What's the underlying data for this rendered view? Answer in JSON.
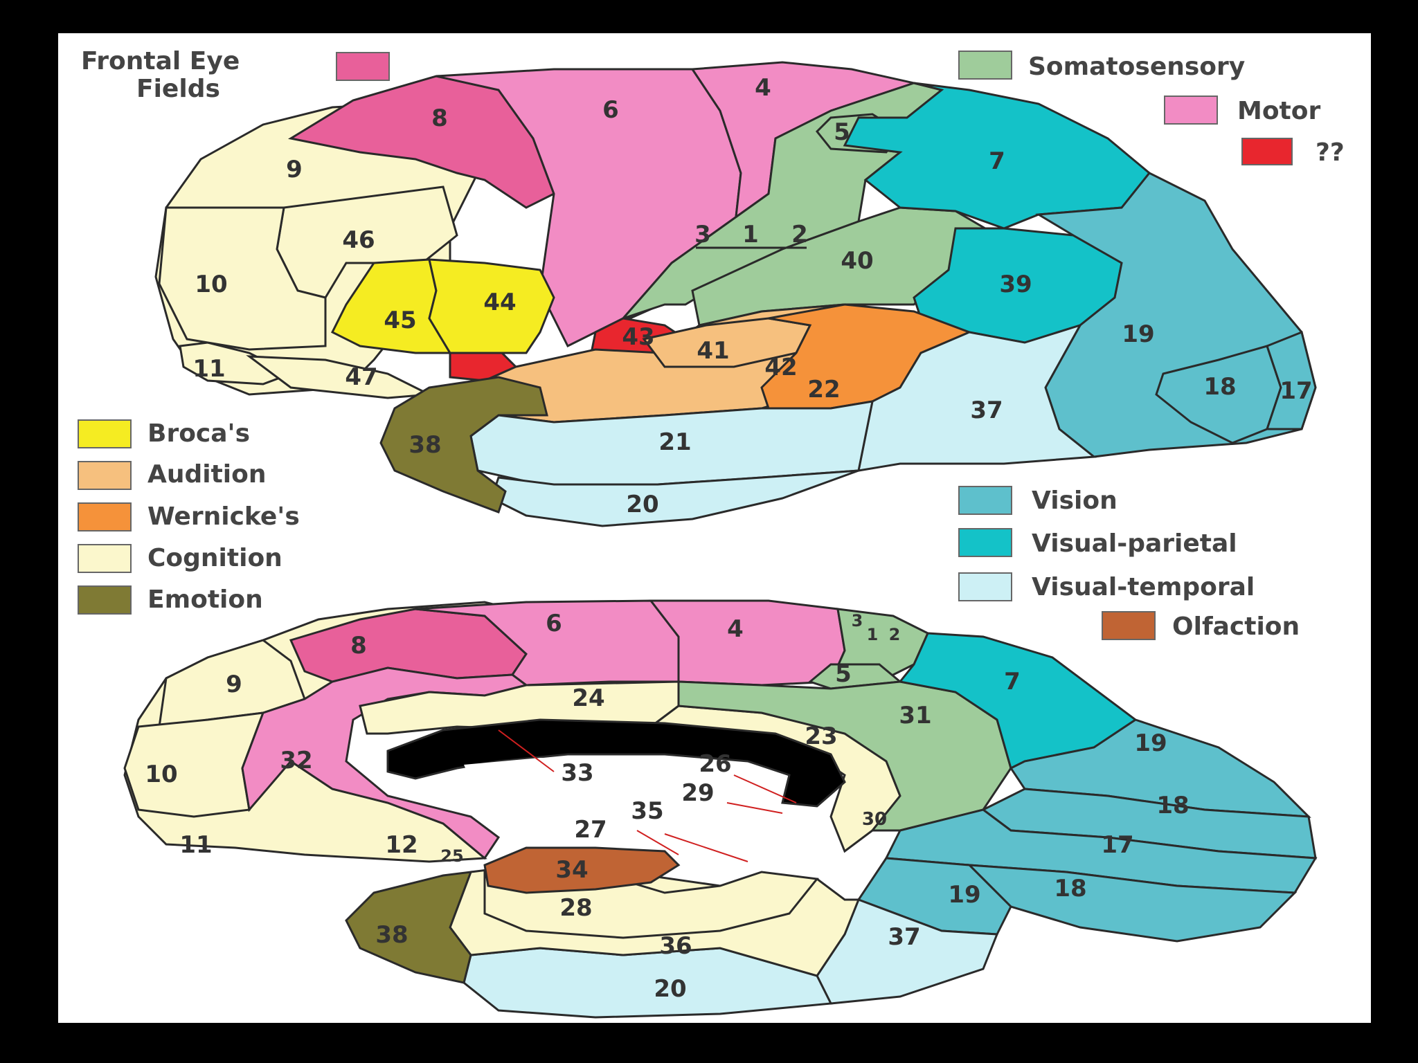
{
  "colors": {
    "frontal_eye": "#e8609a",
    "motor": "#f28cc4",
    "unknown": "#e8262e",
    "somatosensory": "#9fcc9b",
    "brocas": "#f5ec22",
    "audition": "#f6c07e",
    "wernickes": "#f5923a",
    "cognition": "#fbf7cc",
    "emotion": "#7f7a34",
    "vision": "#5ec0cc",
    "visual_parietal": "#14c2c8",
    "visual_temporal": "#cdf0f5",
    "olfaction": "#c06434"
  },
  "legend": {
    "frontal_eye": "Frontal Eye\nFields",
    "frontal_eye_l1": "Frontal Eye",
    "frontal_eye_l2": "Fields",
    "somatosensory": "Somatosensory",
    "motor": "Motor",
    "unknown": "??",
    "brocas": "Broca's",
    "audition": "Audition",
    "wernickes": "Wernicke's",
    "cognition": "Cognition",
    "emotion": "Emotion",
    "vision": "Vision",
    "visual_parietal": "Visual-parietal",
    "visual_temporal": "Visual-temporal",
    "olfaction": "Olfaction"
  },
  "lateral": {
    "a8": "8",
    "a6": "6",
    "a4": "4",
    "a5": "5",
    "a7": "7",
    "a9": "9",
    "a46": "46",
    "a10": "10",
    "a45": "45",
    "a44": "44",
    "a3": "3",
    "a1": "1",
    "a2": "2",
    "a40": "40",
    "a39": "39",
    "a19": "19",
    "a43": "43",
    "a41": "41",
    "a42": "42",
    "a22": "22",
    "a18": "18",
    "a17": "17",
    "a11": "11",
    "a47": "47",
    "a38": "38",
    "a21": "21",
    "a37": "37",
    "a20": "20"
  },
  "medial": {
    "a8": "8",
    "a6": "6",
    "a4": "4",
    "a3": "3",
    "a1": "1",
    "a2": "2",
    "a5": "5",
    "a7": "7",
    "a9": "9",
    "a24": "24",
    "a31": "31",
    "a23": "23",
    "a19a": "19",
    "a10": "10",
    "a32": "32",
    "a33": "33",
    "a26": "26",
    "a29": "29",
    "a30": "30",
    "a18a": "18",
    "a35": "35",
    "a27": "27",
    "a17": "17",
    "a11": "11",
    "a12": "12",
    "a25": "25",
    "a34": "34",
    "a19b": "19",
    "a18b": "18",
    "a28": "28",
    "a38": "38",
    "a36": "36",
    "a37": "37",
    "a20": "20"
  }
}
